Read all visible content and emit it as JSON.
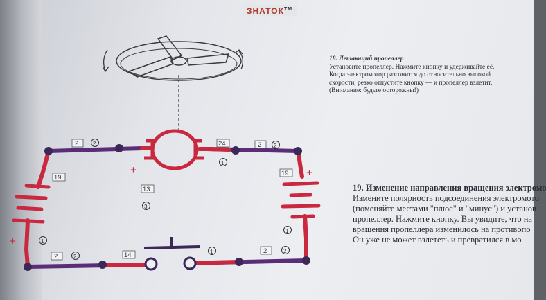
{
  "header": {
    "brand": "ЗНАТОК",
    "trademark": "TM"
  },
  "project_18": {
    "title": "18. Летающий пропеллер",
    "lines": [
      "Установите пропеллер. Нажмите кнопку и удерживайте её.",
      "Когда электромотор разгонится до относительно высокой",
      "скорости, резко отпустите кнопку — и пропеллер взлетит.",
      "(Внимание: будьте осторожны!)"
    ]
  },
  "project_19": {
    "title": "19. Изменение направления вращения электромо",
    "lines": [
      "Измените полярность подсоединения электромото",
      "(поменяйте местами \"плюс\" и \"минус\") и установ",
      "пропеллер. Нажмите кнопку. Вы увидите, что на",
      "вращения пропеллера изменилось на противопо",
      "Он уже не может взлететь и превратился в мо"
    ]
  },
  "circuit": {
    "wire_top_left": {
      "part": "2",
      "level": "2"
    },
    "motor": {
      "part": "24",
      "level": "1"
    },
    "wire_top_right": {
      "part": "2",
      "level": "2"
    },
    "battery_left": {
      "part": "19",
      "level": "1"
    },
    "battery_right": {
      "part": "19",
      "level": "1"
    },
    "base_grid": {
      "part": "13",
      "level": "3"
    },
    "wire_bottom_left": {
      "part": "2",
      "level": "2"
    },
    "switch": {
      "part": "14",
      "level": "1"
    },
    "wire_bottom_right": {
      "part": "2",
      "level": "2"
    },
    "plus_sign": "+",
    "colors": {
      "wire": "#5b2d79",
      "component": "#c9283e",
      "node": "#3c2858"
    }
  }
}
